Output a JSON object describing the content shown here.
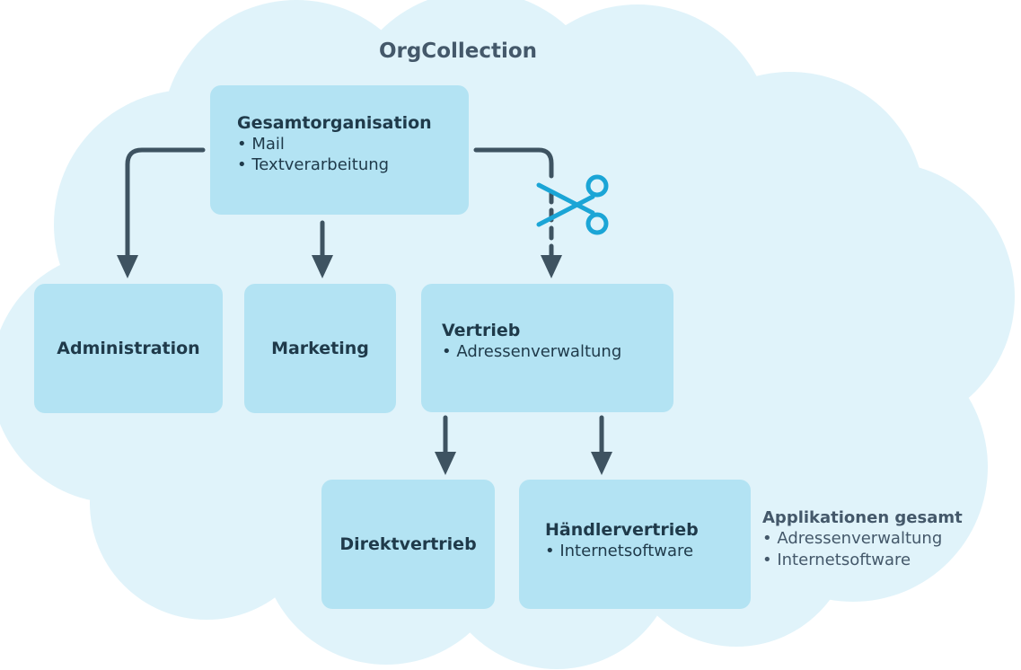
{
  "diagram": {
    "title": "OrgCollection",
    "colors": {
      "cloud": "#e0f3fa",
      "box": "#b3e3f3",
      "connector": "#3e5361",
      "scissors": "#1ba5d6"
    },
    "root": {
      "name": "Gesamtorganisation",
      "apps": [
        "Mail",
        "Textverarbeitung"
      ]
    },
    "children": [
      {
        "name": "Administration"
      },
      {
        "name": "Marketing"
      },
      {
        "name": "Vertrieb",
        "apps": [
          "Adressenverwaltung"
        ]
      }
    ],
    "grandchildren": [
      {
        "name": "Direktvertrieb"
      },
      {
        "name": "Händlervertrieb",
        "apps": [
          "Internetsoftware"
        ]
      }
    ],
    "cut_icon": "scissors-icon",
    "applications_total": {
      "heading": "Applikationen gesamt",
      "items": [
        "Adressenverwaltung",
        "Internetsoftware"
      ]
    }
  }
}
